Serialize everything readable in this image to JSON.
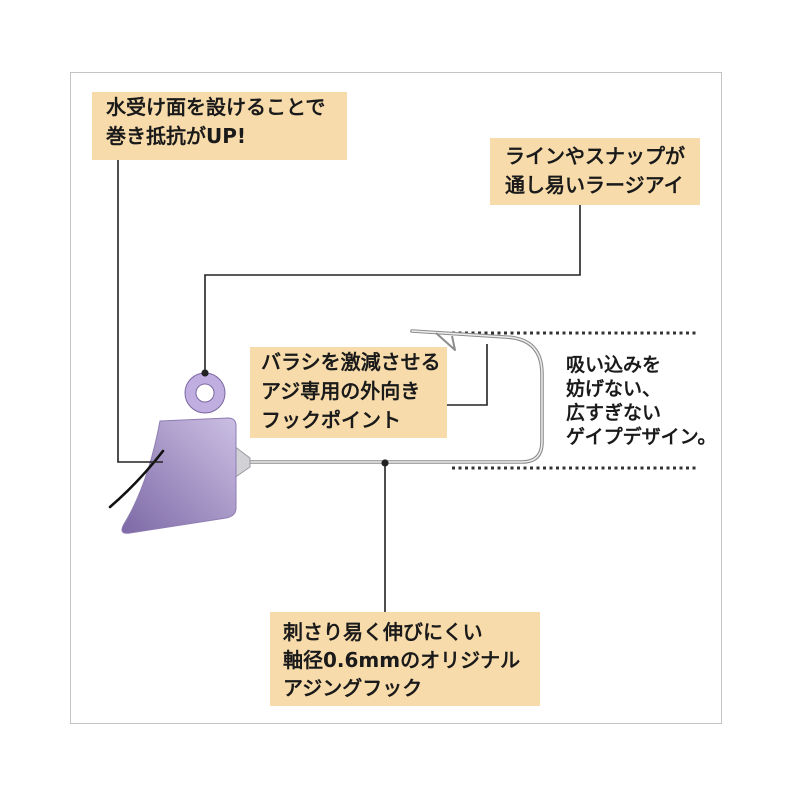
{
  "callouts": {
    "water_face": {
      "lines": [
        "水受け面を設けることで",
        "巻き抵抗がUP!"
      ]
    },
    "large_eye": {
      "lines": [
        "ラインやスナップが",
        "通し易いラージアイ"
      ]
    },
    "hook_point": {
      "lines": [
        "バラシを激減させる",
        "アジ専用の外向き",
        "フックポイント"
      ]
    },
    "gape": {
      "lines": [
        "吸い込みを",
        "妨げない、",
        "広すぎない",
        "ゲイプデザイン。"
      ]
    },
    "hook_wire": {
      "lines": [
        "刺さり易く伸びにくい",
        "軸径0.6mmのオリジナル",
        "アジングフック"
      ]
    }
  },
  "colors": {
    "callout_bg": "#f7dbab",
    "frame": "#c4c4c4",
    "ink": "#1a1a1a",
    "head_light": "#cbbfe3",
    "head_dark": "#7d69a6",
    "hook_outline": "#8c8c8c",
    "hook_shine": "#ececec"
  }
}
